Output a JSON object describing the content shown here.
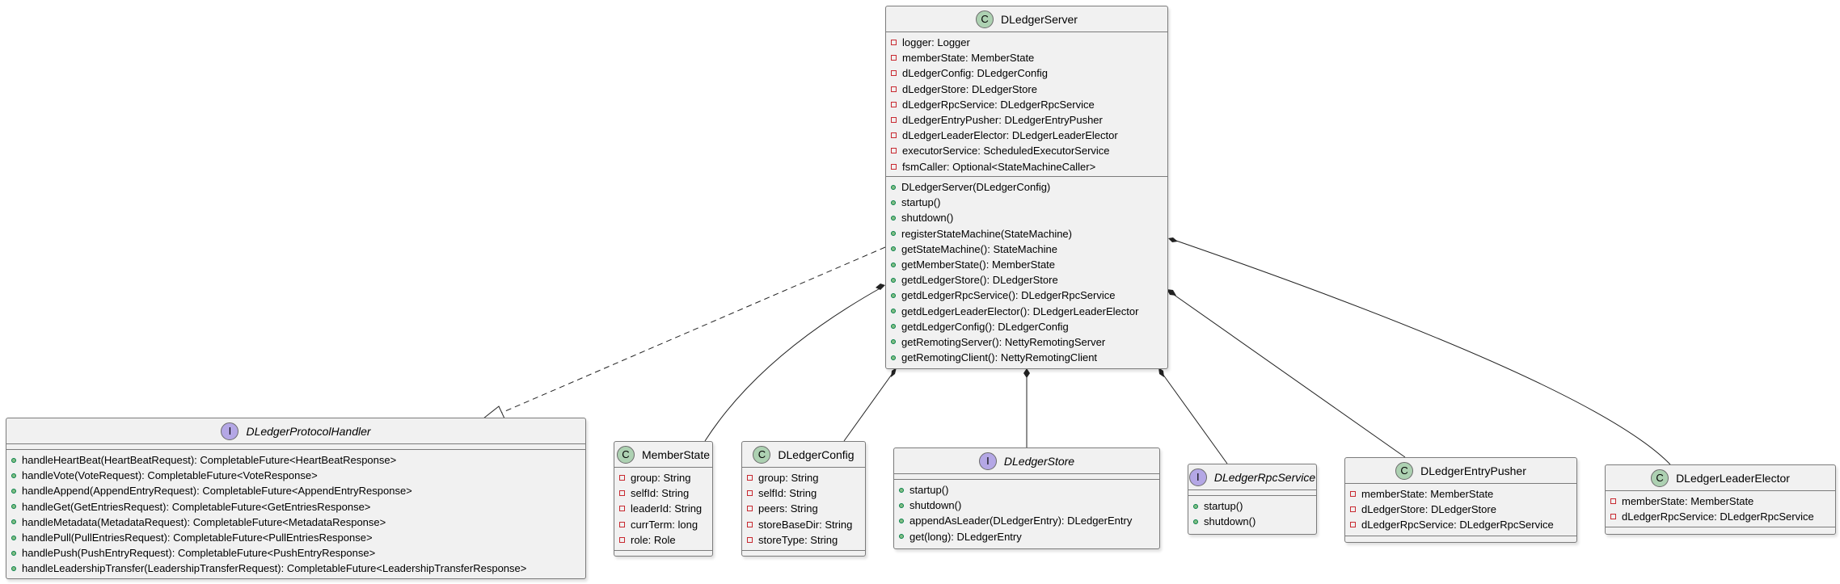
{
  "classes": {
    "server": {
      "kind": "C",
      "name": "DLedgerServer",
      "fields": [
        "logger: Logger",
        "memberState: MemberState",
        "dLedgerConfig: DLedgerConfig",
        "dLedgerStore: DLedgerStore",
        "dLedgerRpcService: DLedgerRpcService",
        "dLedgerEntryPusher: DLedgerEntryPusher",
        "dLedgerLeaderElector: DLedgerLeaderElector",
        "executorService: ScheduledExecutorService",
        "fsmCaller: Optional<StateMachineCaller>"
      ],
      "methods": [
        "DLedgerServer(DLedgerConfig)",
        "startup()",
        "shutdown()",
        "registerStateMachine(StateMachine)",
        "getStateMachine(): StateMachine",
        "getMemberState(): MemberState",
        "getdLedgerStore(): DLedgerStore",
        "getdLedgerRpcService(): DLedgerRpcService",
        "getdLedgerLeaderElector(): DLedgerLeaderElector",
        "getdLedgerConfig(): DLedgerConfig",
        "getRemotingServer(): NettyRemotingServer",
        "getRemotingClient(): NettyRemotingClient"
      ]
    },
    "protocol": {
      "kind": "I",
      "name": "DLedgerProtocolHandler",
      "methods": [
        "handleHeartBeat(HeartBeatRequest): CompletableFuture<HeartBeatResponse>",
        "handleVote(VoteRequest): CompletableFuture<VoteResponse>",
        "handleAppend(AppendEntryRequest): CompletableFuture<AppendEntryResponse>",
        "handleGet(GetEntriesRequest): CompletableFuture<GetEntriesResponse>",
        "handleMetadata(MetadataRequest): CompletableFuture<MetadataResponse>",
        "handlePull(PullEntriesRequest): CompletableFuture<PullEntriesResponse>",
        "handlePush(PushEntryRequest): CompletableFuture<PushEntryResponse>",
        "handleLeadershipTransfer(LeadershipTransferRequest): CompletableFuture<LeadershipTransferResponse>"
      ]
    },
    "memberState": {
      "kind": "C",
      "name": "MemberState",
      "fields": [
        "group: String",
        "selfId: String",
        "leaderId: String",
        "currTerm: long",
        "role: Role"
      ]
    },
    "config": {
      "kind": "C",
      "name": "DLedgerConfig",
      "fields": [
        "group: String",
        "selfId: String",
        "peers: String",
        "storeBaseDir: String",
        "storeType: String"
      ]
    },
    "store": {
      "kind": "I",
      "name": "DLedgerStore",
      "methods": [
        "startup()",
        "shutdown()",
        "appendAsLeader(DLedgerEntry): DLedgerEntry",
        "get(long): DLedgerEntry"
      ]
    },
    "rpc": {
      "kind": "I",
      "name": "DLedgerRpcService",
      "methods": [
        "startup()",
        "shutdown()"
      ]
    },
    "pusher": {
      "kind": "C",
      "name": "DLedgerEntryPusher",
      "fields": [
        "memberState: MemberState",
        "dLedgerStore: DLedgerStore",
        "dLedgerRpcService: DLedgerRpcService"
      ]
    },
    "elector": {
      "kind": "C",
      "name": "DLedgerLeaderElector",
      "fields": [
        "memberState: MemberState",
        "dLedgerRpcService: DLedgerRpcService"
      ]
    }
  }
}
